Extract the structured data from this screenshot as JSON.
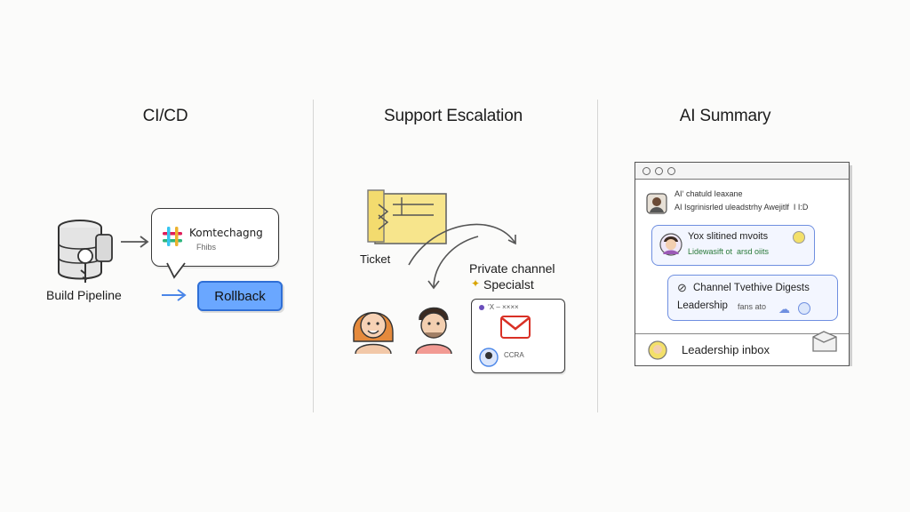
{
  "columns": {
    "cicd": {
      "title": "CI/CD",
      "pipeline_label": "Build Pipeline",
      "message": {
        "line1": "Komtechagng",
        "line2": "Fhibs"
      },
      "rollback_label": "Rollback"
    },
    "support": {
      "title": "Support Escalation",
      "ticket_label": "Ticket",
      "private_channel_label": "Private channel",
      "specialist_label": "Specialst",
      "card_header": "‘X – ××××",
      "card_footer": "CCRA"
    },
    "ai": {
      "title": "AI Summary",
      "header_line1": "AI‘ chatuld Ieaxane",
      "header_line2": "AI Isgrinisrled uleadstrhy Awejitlf  I I:D",
      "bubble1_line1": "Yox slitined mvoits",
      "bubble1_line2": "Lidewasift ot  arsd oiits",
      "bubble2_line1": "Channel Tvethive Digests",
      "bubble2_line2": "Leadership",
      "bubble2_suffix": "fans ato",
      "inbox_label": "Leadership inbox"
    }
  },
  "colors": {
    "accent_blue": "#4a86e8",
    "rollback_fill": "#6aa7ff",
    "ticket_yellow": "#f7e58c",
    "gmail_red": "#d93025",
    "bubble_border": "#6f8fe0",
    "bubble_fill": "#f3f6ff"
  }
}
